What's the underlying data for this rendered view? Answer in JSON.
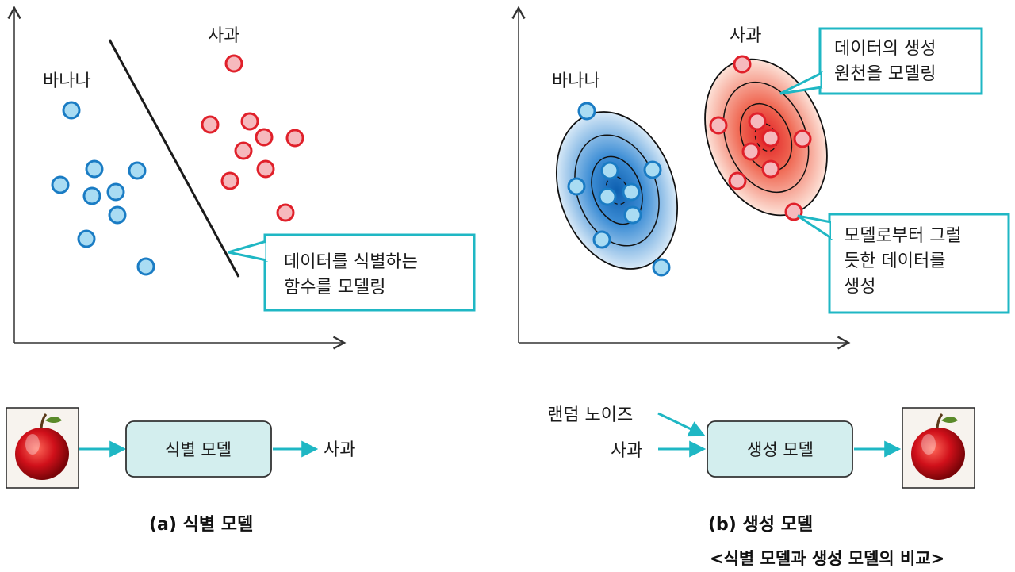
{
  "colors": {
    "blue": "#1a7cc4",
    "blue_fill": "#a9dcf3",
    "red": "#e0202a",
    "red_fill": "#f6b9bd",
    "teal": "#1fb7c4",
    "box_fill": "#d3eeee",
    "axis": "#333333"
  },
  "panel_a": {
    "label_banana": "바나나",
    "label_apple": "사과",
    "callout": [
      "데이터를 식별하는",
      "함수를 모델링"
    ]
  },
  "panel_b": {
    "label_banana": "바나나",
    "label_apple": "사과",
    "callout_top": [
      "데이터의 생성",
      "원천을 모델링"
    ],
    "callout_bottom": [
      "모델로부터 그럴",
      "듯한 데이터를",
      "생성"
    ]
  },
  "flow_a": {
    "image": "apple-image",
    "box_label": "식별 모델",
    "output_label": "사과",
    "caption": "(a) 식별 모델"
  },
  "flow_b": {
    "input_noise": "랜덤 노이즈",
    "input_apple": "사과",
    "box_label": "생성 모델",
    "image": "apple-image",
    "caption": "(b) 생성 모델"
  },
  "footer": "<식별 모델과 생성 모델의 비교>"
}
